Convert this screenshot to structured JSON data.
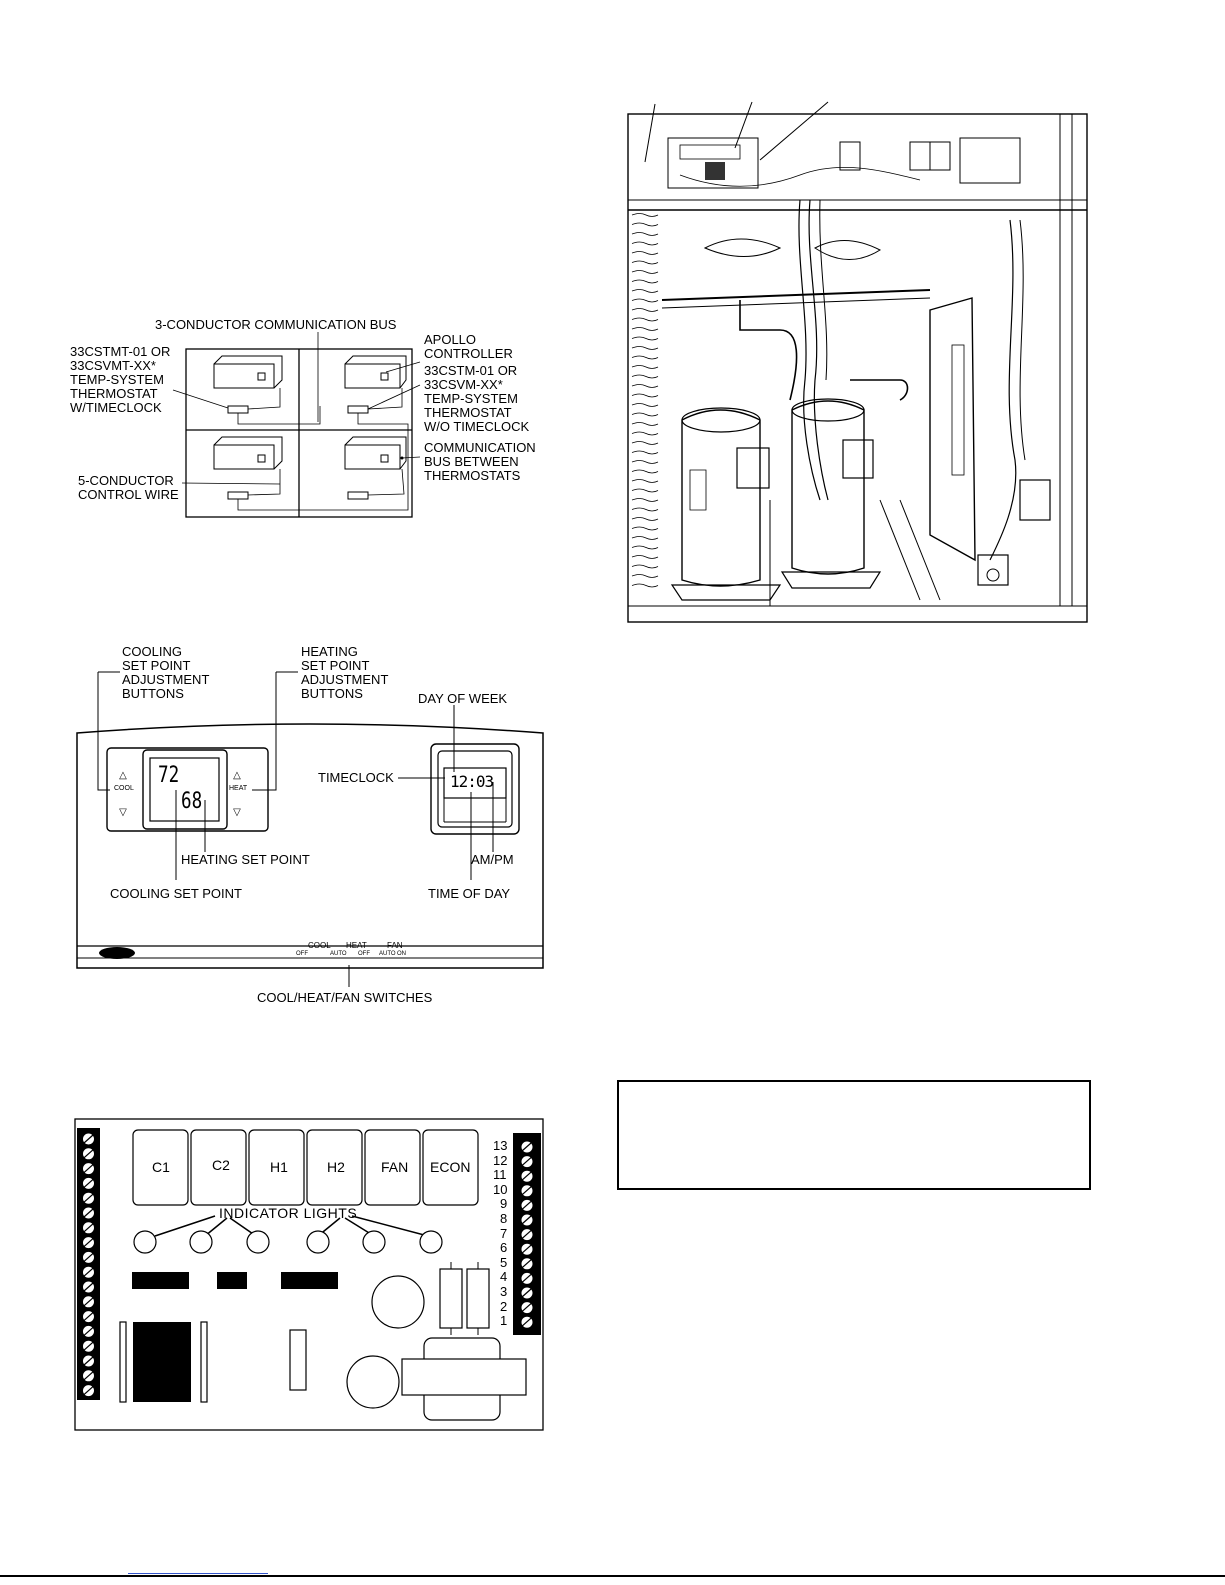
{
  "figure_bus": {
    "bus_label": "3-CONDUCTOR COMMUNICATION BUS",
    "left_top_label": "33CSTMT-01 OR\n33CSVMT-XX*\nTEMP-SYSTEM\nTHERMOSTAT\nW/TIMECLOCK",
    "apollo_label": "APOLLO\nCONTROLLER",
    "right_mid_label": "33CSTM-01 OR\n33CSVM-XX*\nTEMP-SYSTEM\nTHERMOSTAT\nW/O TIMECLOCK",
    "control_wire_label": "5-CONDUCTOR\nCONTROL WIRE",
    "comm_bus_between_label": "COMMUNICATION\nBUS BETWEEN\nTHERMOSTATS"
  },
  "figure_thermostat": {
    "cooling_buttons_label": "COOLING\nSET POINT\nADJUSTMENT\nBUTTONS",
    "heating_buttons_label": "HEATING\nSET POINT\nADJUSTMENT\nBUTTONS",
    "day_of_week_label": "DAY OF WEEK",
    "timeclock_label": "TIMECLOCK",
    "heating_set_point_label": "HEATING SET POINT",
    "cooling_set_point_label": "COOLING SET POINT",
    "am_pm_label": "AM/PM",
    "time_of_day_label": "TIME OF DAY",
    "switches_label": "COOL/HEAT/FAN SWITCHES",
    "cool_button": "COOL",
    "heat_button": "HEAT",
    "cool_display": "72",
    "heat_display": "68",
    "clock_display": "12:03",
    "switch_cool": "COOL",
    "switch_heat": "HEAT",
    "switch_fan": "FAN",
    "pos_off1": "OFF",
    "pos_auto1": "AUTO",
    "pos_off2": "OFF",
    "pos_auto2": "AUTO",
    "pos_on": "ON"
  },
  "figure_board": {
    "relays": [
      "C1",
      "C2",
      "H1",
      "H2",
      "FAN",
      "ECON"
    ],
    "indicator_label": "INDICATOR  LIGHTS",
    "terminal_numbers": [
      "13",
      "12",
      "11",
      "10",
      "9",
      "8",
      "7",
      "6",
      "5",
      "4",
      "3",
      "2",
      "1"
    ]
  }
}
